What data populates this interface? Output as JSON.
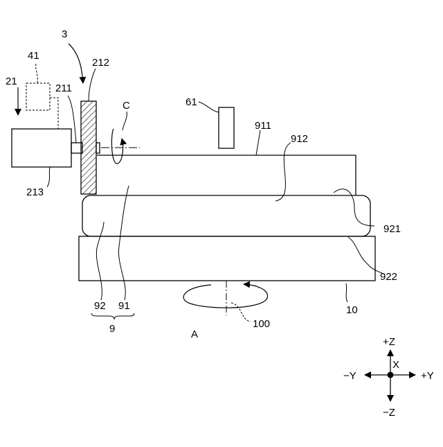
{
  "labels": {
    "ref_3": "3",
    "ref_41": "41",
    "ref_21": "21",
    "ref_211": "211",
    "ref_212": "212",
    "ref_213": "213",
    "ref_C": "C",
    "ref_61": "61",
    "ref_911": "911",
    "ref_912": "912",
    "ref_921": "921",
    "ref_922": "922",
    "ref_10": "10",
    "ref_92": "92",
    "ref_91": "91",
    "ref_9": "9",
    "ref_A": "A",
    "ref_100": "100"
  },
  "axes": {
    "plus_z": "+Z",
    "minus_z": "−Z",
    "plus_y": "+Y",
    "minus_y": "−Y",
    "x": "X"
  },
  "colors": {
    "ink": "#000000",
    "paper": "#ffffff"
  }
}
